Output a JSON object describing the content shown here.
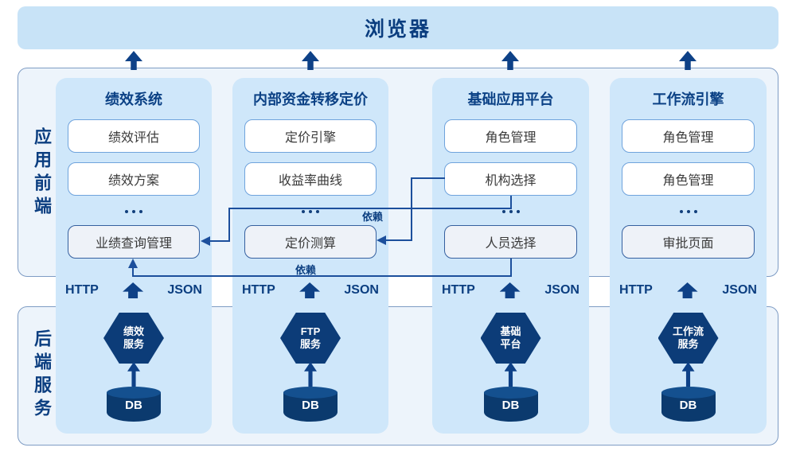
{
  "browser_bar": {
    "title": "浏览器"
  },
  "panels": {
    "frontend_label": "应用前端",
    "backend_label": "后端服务"
  },
  "protocol": {
    "http": "HTTP",
    "json": "JSON"
  },
  "db_label": "DB",
  "ellipsis": "⋯",
  "columns": [
    {
      "title": "绩效系统",
      "modules": [
        "绩效评估",
        "绩效方案"
      ],
      "page_module": "业绩查询管理",
      "service": {
        "line1": "绩效",
        "line2": "服务"
      }
    },
    {
      "title": "内部资金转移定价",
      "modules": [
        "定价引擎",
        "收益率曲线"
      ],
      "page_module": "定价测算",
      "service": {
        "line1": "FTP",
        "line2": "服务"
      }
    },
    {
      "title": "基础应用平台",
      "modules": [
        "角色管理",
        "机构选择"
      ],
      "page_module": "人员选择",
      "service": {
        "line1": "基础",
        "line2": "平台"
      }
    },
    {
      "title": "工作流引擎",
      "modules": [
        "角色管理",
        "角色管理"
      ],
      "page_module": "审批页面",
      "service": {
        "line1": "工作流",
        "line2": "服务"
      }
    }
  ],
  "connections": [
    {
      "from": "机构选择",
      "to": "定价测算",
      "label": "依赖"
    },
    {
      "from": "机构选择",
      "to": "业绩查询管理",
      "label": ""
    },
    {
      "from": "人员选择",
      "to": "业绩查询管理",
      "label": "依赖"
    }
  ],
  "colors": {
    "browser_bar_fill": "#c8e3f7",
    "panel_fill": "#edf4fb",
    "panel_border": "#7e9cc4",
    "strip_fill": "#cfe7fa",
    "box_border": "#6fa3dc",
    "page_box_fill": "#eef2f8",
    "page_box_border": "#35609f",
    "navy": "#0c3c78",
    "line": "#1c4f9c",
    "title_text": "#0b4185",
    "box_text": "#3a3a3a"
  }
}
